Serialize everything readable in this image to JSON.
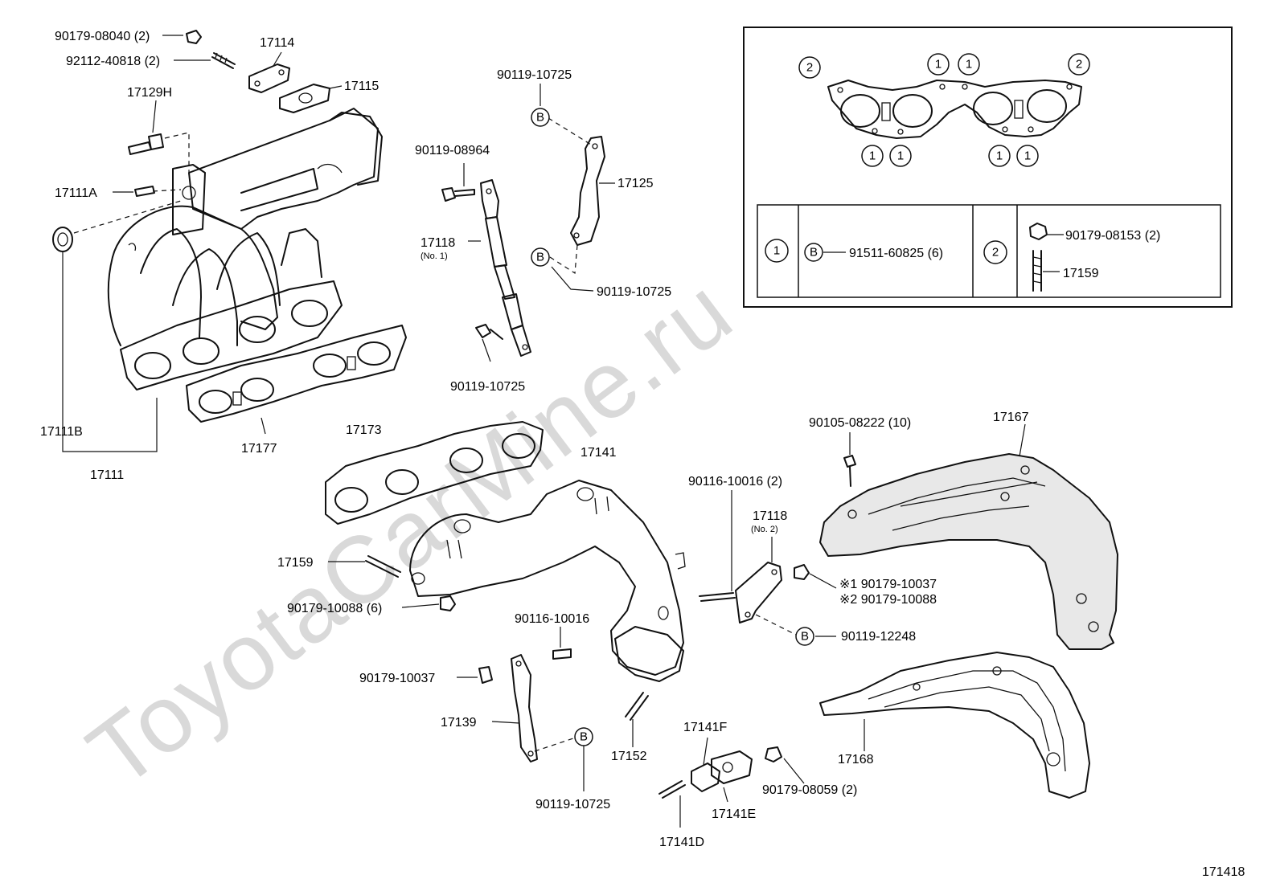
{
  "watermark": "ToyotaCarMine.ru",
  "diagram_id": "171418",
  "labels": {
    "p90179_08040": "90179-08040 (2)",
    "p92112_40818": "92112-40818 (2)",
    "p17114": "17114",
    "p17115": "17115",
    "p17129H": "17129H",
    "p17111A": "17111A",
    "p17111B": "17111B",
    "p17111": "17111",
    "p17177": "17177",
    "p90119_10725_top": "90119-10725",
    "p90119_08964": "90119-08964",
    "p17125": "17125",
    "p17118_no1": "17118",
    "p17118_no1_sub": "(No. 1)",
    "p90119_10725_mid": "90119-10725",
    "p90119_10725_low": "90119-10725",
    "p17173": "17173",
    "p17141": "17141",
    "p17159": "17159",
    "p90179_10088_6": "90179-10088 (6)",
    "p90116_10016": "90116-10016",
    "p90179_10037": "90179-10037",
    "p17139": "17139",
    "p90119_10725_bot": "90119-10725",
    "p17152": "17152",
    "p17141F": "17141F",
    "p17141E": "17141E",
    "p17141D": "17141D",
    "p90179_08059": "90179-08059 (2)",
    "p90116_10016_2": "90116-10016 (2)",
    "p17118_no2": "17118",
    "p17118_no2_sub": "(No. 2)",
    "p90179_10037_n1": "※1 90179-10037",
    "p90179_10088_n2": "※2 90179-10088",
    "p90119_12248": "90119-12248",
    "p90105_08222": "90105-08222 (10)",
    "p17167": "17167",
    "p17168": "17168"
  },
  "markers": {
    "b": "B",
    "one": "1",
    "two": "2"
  },
  "inset": {
    "table": {
      "row1_key": "1",
      "row1_marker": "B",
      "row1_part": "91511-60825 (6)",
      "row2_key": "2",
      "row2_part_a": "90179-08153 (2)",
      "row2_part_b": "17159"
    }
  }
}
